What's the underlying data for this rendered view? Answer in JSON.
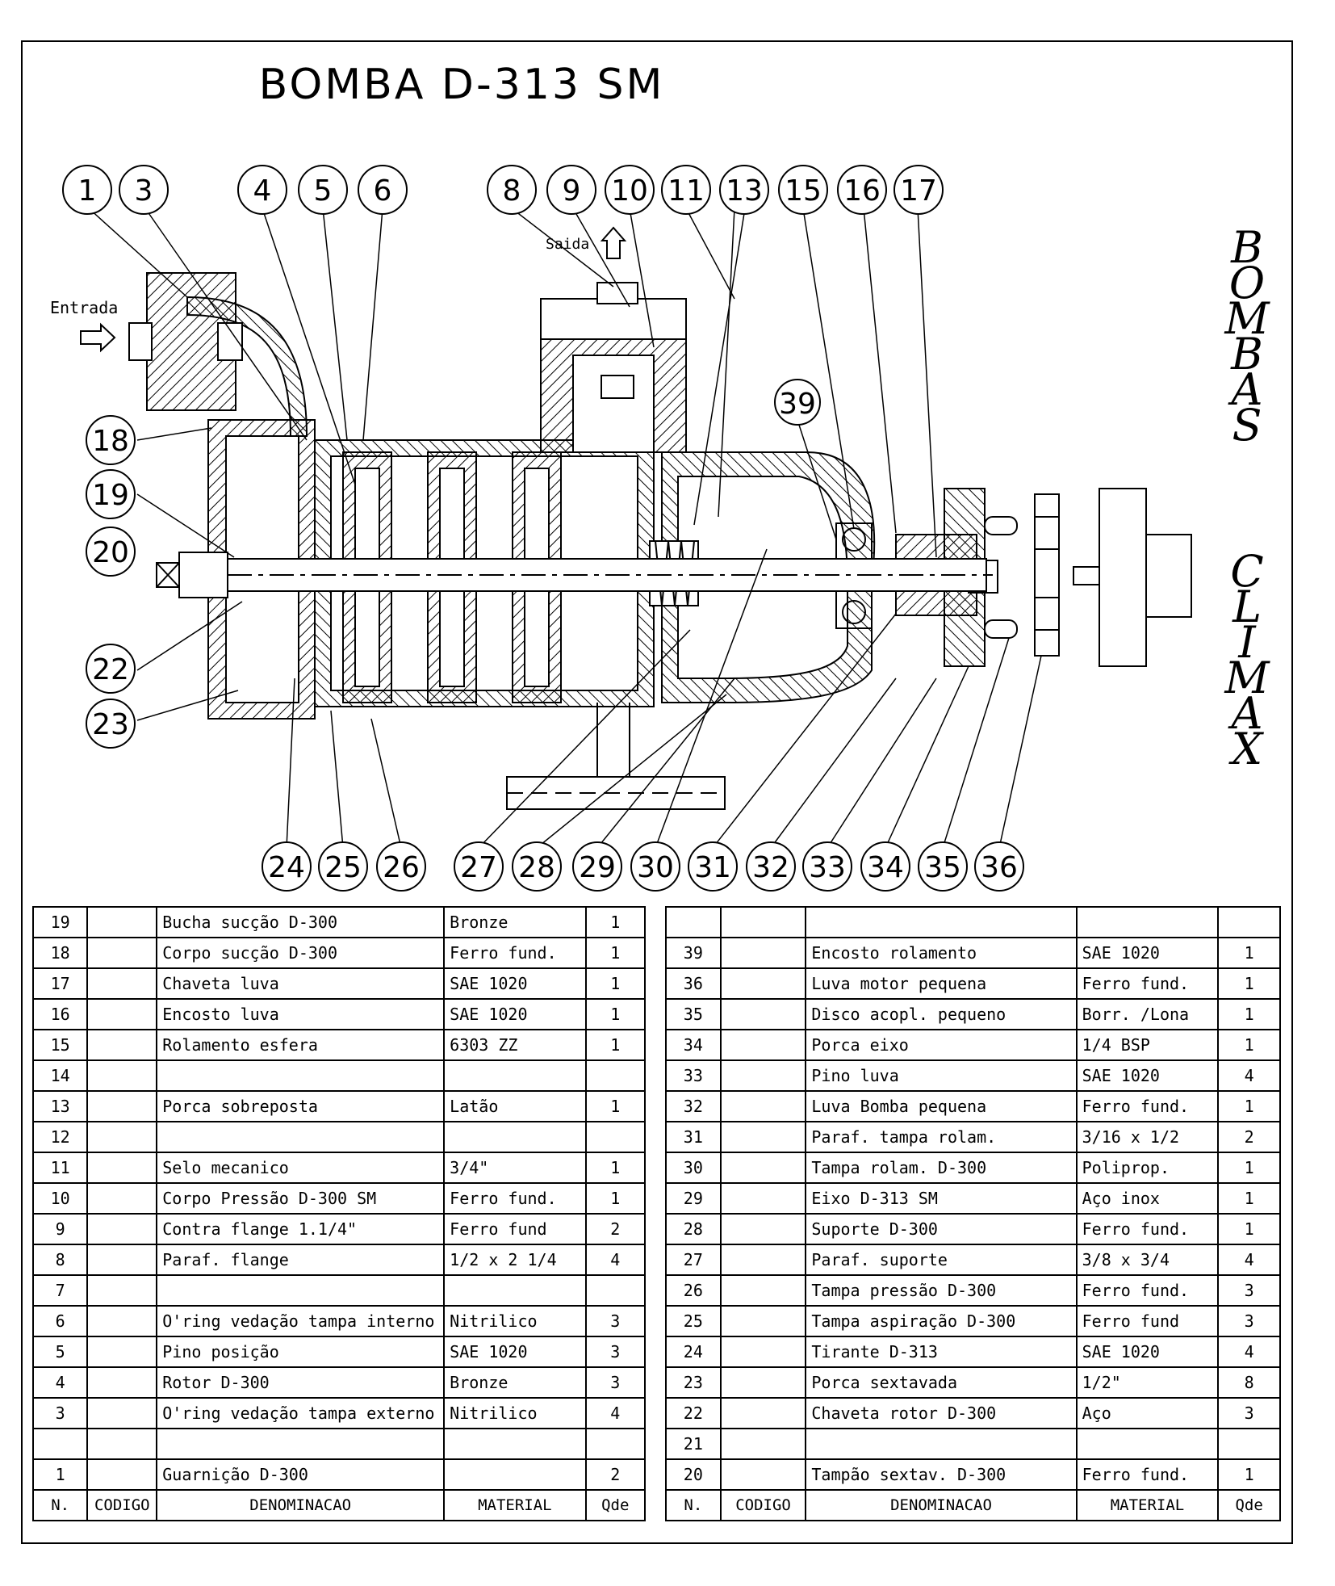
{
  "title": "BOMBA  D-313 SM",
  "brand_top": [
    "B",
    "O",
    "M",
    "B",
    "A",
    "S"
  ],
  "brand_bottom": [
    "C",
    "L",
    "I",
    "M",
    "A",
    "X"
  ],
  "labels": {
    "inlet": "Entrada",
    "outlet": "Saida"
  },
  "balloons_top": [
    "1",
    "3",
    "4",
    "5",
    "6",
    "8",
    "9",
    "10",
    "11",
    "13",
    "15",
    "16",
    "17"
  ],
  "balloons_left": [
    "18",
    "19",
    "20",
    "22",
    "23"
  ],
  "balloon_39": "39",
  "balloons_bottom": [
    "24",
    "25",
    "26",
    "27",
    "28",
    "29",
    "30",
    "31",
    "32",
    "33",
    "34",
    "35",
    "36"
  ],
  "table_headers": [
    "N.",
    "CODIGO",
    "DENOMINACAO",
    "MATERIAL",
    "Qde"
  ],
  "parts_left": [
    {
      "n": "19",
      "codigo": "",
      "denominacao": "Bucha sucção D-300",
      "material": "Bronze",
      "qde": "1"
    },
    {
      "n": "18",
      "codigo": "",
      "denominacao": "Corpo sucção D-300",
      "material": "Ferro fund.",
      "qde": "1"
    },
    {
      "n": "17",
      "codigo": "",
      "denominacao": "Chaveta luva",
      "material": "SAE 1020",
      "qde": "1"
    },
    {
      "n": "16",
      "codigo": "",
      "denominacao": "Encosto luva",
      "material": "SAE 1020",
      "qde": "1"
    },
    {
      "n": "15",
      "codigo": "",
      "denominacao": "Rolamento esfera",
      "material": "6303 ZZ",
      "qde": "1"
    },
    {
      "n": "14",
      "codigo": "",
      "denominacao": "",
      "material": "",
      "qde": ""
    },
    {
      "n": "13",
      "codigo": "",
      "denominacao": "Porca sobreposta",
      "material": "Latão",
      "qde": "1"
    },
    {
      "n": "12",
      "codigo": "",
      "denominacao": "",
      "material": "",
      "qde": ""
    },
    {
      "n": "11",
      "codigo": "",
      "denominacao": "Selo mecanico",
      "material": "3/4\"",
      "qde": "1"
    },
    {
      "n": "10",
      "codigo": "",
      "denominacao": "Corpo Pressão D-300 SM",
      "material": "Ferro fund.",
      "qde": "1"
    },
    {
      "n": "9",
      "codigo": "",
      "denominacao": "Contra flange 1.1/4\"",
      "material": "Ferro fund",
      "qde": "2"
    },
    {
      "n": "8",
      "codigo": "",
      "denominacao": "Paraf. flange",
      "material": "1/2 x 2 1/4",
      "qde": "4"
    },
    {
      "n": "7",
      "codigo": "",
      "denominacao": "",
      "material": "",
      "qde": ""
    },
    {
      "n": "6",
      "codigo": "",
      "denominacao": "O'ring vedação tampa interno",
      "material": "Nitrilico",
      "qde": "3"
    },
    {
      "n": "5",
      "codigo": "",
      "denominacao": "Pino posição",
      "material": "SAE 1020",
      "qde": "3"
    },
    {
      "n": "4",
      "codigo": "",
      "denominacao": "Rotor D-300",
      "material": "Bronze",
      "qde": "3"
    },
    {
      "n": "3",
      "codigo": "",
      "denominacao": "O'ring vedação tampa externo",
      "material": "Nitrilico",
      "qde": "4"
    },
    {
      "n": "",
      "codigo": "",
      "denominacao": "",
      "material": "",
      "qde": ""
    },
    {
      "n": "1",
      "codigo": "",
      "denominacao": "Guarnição D-300",
      "material": "",
      "qde": "2"
    }
  ],
  "parts_right": [
    {
      "n": "",
      "codigo": "",
      "denominacao": "",
      "material": "",
      "qde": ""
    },
    {
      "n": "39",
      "codigo": "",
      "denominacao": "Encosto rolamento",
      "material": "SAE 1020",
      "qde": "1"
    },
    {
      "n": "36",
      "codigo": "",
      "denominacao": "Luva motor pequena",
      "material": "Ferro fund.",
      "qde": "1"
    },
    {
      "n": "35",
      "codigo": "",
      "denominacao": "Disco acopl. pequeno",
      "material": "Borr. /Lona",
      "qde": "1"
    },
    {
      "n": "34",
      "codigo": "",
      "denominacao": "Porca eixo",
      "material": "1/4 BSP",
      "qde": "1"
    },
    {
      "n": "33",
      "codigo": "",
      "denominacao": "Pino luva",
      "material": "SAE 1020",
      "qde": "4"
    },
    {
      "n": "32",
      "codigo": "",
      "denominacao": "Luva Bomba pequena",
      "material": "Ferro fund.",
      "qde": "1"
    },
    {
      "n": "31",
      "codigo": "",
      "denominacao": "Paraf. tampa rolam.",
      "material": "3/16 x 1/2",
      "qde": "2"
    },
    {
      "n": "30",
      "codigo": "",
      "denominacao": "Tampa rolam. D-300",
      "material": "Poliprop.",
      "qde": "1"
    },
    {
      "n": "29",
      "codigo": "",
      "denominacao": "Eixo D-313 SM",
      "material": "Aço inox",
      "qde": "1"
    },
    {
      "n": "28",
      "codigo": "",
      "denominacao": "Suporte D-300",
      "material": "Ferro fund.",
      "qde": "1"
    },
    {
      "n": "27",
      "codigo": "",
      "denominacao": "Paraf. suporte",
      "material": "3/8 x 3/4",
      "qde": "4"
    },
    {
      "n": "26",
      "codigo": "",
      "denominacao": "Tampa pressão D-300",
      "material": "Ferro fund.",
      "qde": "3"
    },
    {
      "n": "25",
      "codigo": "",
      "denominacao": "Tampa aspiração D-300",
      "material": "Ferro fund",
      "qde": "3"
    },
    {
      "n": "24",
      "codigo": "",
      "denominacao": "Tirante D-313",
      "material": "SAE 1020",
      "qde": "4"
    },
    {
      "n": "23",
      "codigo": "",
      "denominacao": "Porca sextavada",
      "material": "1/2\"",
      "qde": "8"
    },
    {
      "n": "22",
      "codigo": "",
      "denominacao": "Chaveta rotor D-300",
      "material": "Aço",
      "qde": "3"
    },
    {
      "n": "21",
      "codigo": "",
      "denominacao": "",
      "material": "",
      "qde": ""
    },
    {
      "n": "20",
      "codigo": "",
      "denominacao": "Tampão sextav. D-300",
      "material": "Ferro fund.",
      "qde": "1"
    }
  ]
}
